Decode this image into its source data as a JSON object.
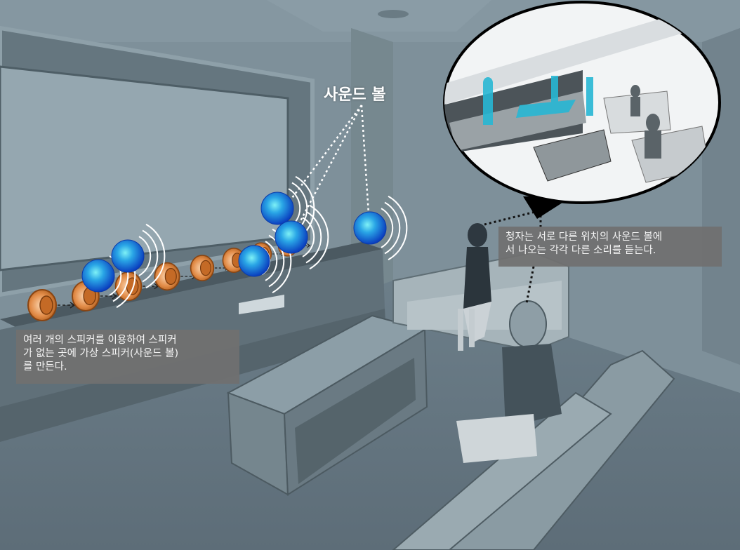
{
  "sound_ball_label": "사운드 볼",
  "caption_left": {
    "lines": [
      "여러 개의 스피커를 이용하여 스피커",
      "가 없는 곳에 가상 스피커(사운드 볼)",
      "를 만든다."
    ]
  },
  "caption_right": {
    "lines": [
      "청자는 서로 다른 위치의 사운드 볼에",
      "서 나오는 각각 다른 소리를 듣는다."
    ]
  },
  "colors": {
    "room": "#7b8d97",
    "speaker": "#e08a46",
    "sound_ball": "#1e8fe0",
    "caption_bg": "#707070"
  },
  "icons": [
    "speaker-icon",
    "sound-ball-icon",
    "listener-figure",
    "speech-bubble-inset"
  ]
}
